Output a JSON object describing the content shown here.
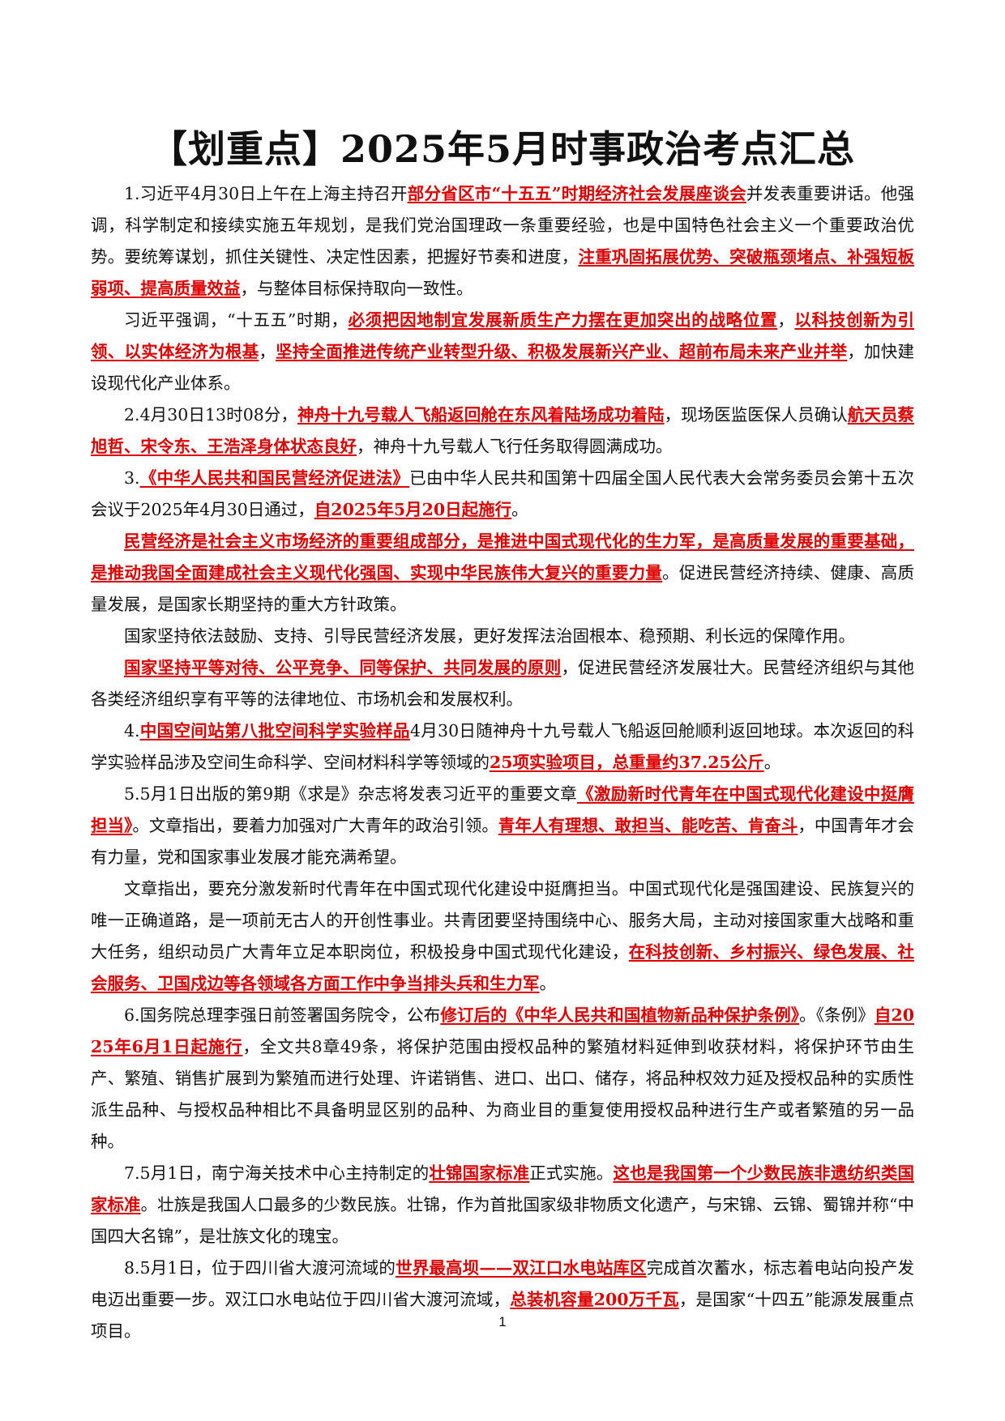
{
  "document": {
    "title": "【划重点】2025年5月时事政治考点汇总",
    "page_number": "1",
    "paragraphs": [
      [
        {
          "t": "1.习近平4月30日上午在上海主持召开"
        },
        {
          "t": "部分省区市“十五五”时期经济社会发展座谈会",
          "hl": true
        },
        {
          "t": "并发表重要讲话。他强调，科学制定和接续实施五年规划，是我们党治国理政一条重要经验，也是中国特色社会主义一个重要政治优势。要统筹谋划，抓住关键性、决定性因素，把握好节奏和进度，"
        },
        {
          "t": "注重巩固拓展优势、突破瓶颈堵点、补强短板弱项、提高质量效益",
          "hl": true
        },
        {
          "t": "，与整体目标保持取向一致性。"
        }
      ],
      [
        {
          "t": "习近平强调，“十五五”时期，"
        },
        {
          "t": "必须把因地制宜发展新质生产力摆在更加突出的战略位置",
          "hl": true
        },
        {
          "t": "，"
        },
        {
          "t": "以科技创新为引领、以实体经济为根基",
          "hl": true
        },
        {
          "t": "，"
        },
        {
          "t": "坚持全面推进传统产业转型升级、积极发展新兴产业、超前布局未来产业并举",
          "hl": true
        },
        {
          "t": "，加快建设现代化产业体系。"
        }
      ],
      [
        {
          "t": "2.4月30日13时08分，"
        },
        {
          "t": "神舟十九号载人飞船返回舱在东风着陆场成功着陆",
          "hl": true
        },
        {
          "t": "，现场医监医保人员确认"
        },
        {
          "t": "航天员蔡旭哲、宋令东、王浩泽身体状态良好",
          "hl": true
        },
        {
          "t": "，神舟十九号载人飞行任务取得圆满成功。"
        }
      ],
      [
        {
          "t": "3."
        },
        {
          "t": "《中华人民共和国民营经济促进法》",
          "hl": true
        },
        {
          "t": "已由中华人民共和国第十四届全国人民代表大会常务委员会第十五次会议于2025年4月30日通过，"
        },
        {
          "t": "自2025年5月20日起施行",
          "hl": true
        },
        {
          "t": "。"
        }
      ],
      [
        {
          "t": "民营经济是社会主义市场经济的重要组成部分，是推进中国式现代化的生力军，是高质量发展的重要基础，是推动我国全面建成社会主义现代化强国、实现中华民族伟大复兴的重要力量",
          "hl": true
        },
        {
          "t": "。促进民营经济持续、健康、高质量发展，是国家长期坚持的重大方针政策。"
        }
      ],
      [
        {
          "t": "国家坚持依法鼓励、支持、引导民营经济发展，更好发挥法治固根本、稳预期、利长远的保障作用。"
        }
      ],
      [
        {
          "t": "国家坚持平等对待、公平竞争、同等保护、共同发展的原则",
          "hl": true
        },
        {
          "t": "，促进民营经济发展壮大。民营经济组织与其他各类经济组织享有平等的法律地位、市场机会和发展权利。"
        }
      ],
      [
        {
          "t": "4."
        },
        {
          "t": "中国空间站第八批空间科学实验样品",
          "hl": true
        },
        {
          "t": "4月30日随神舟十九号载人飞船返回舱顺利返回地球。本次返回的科学实验样品涉及空间生命科学、空间材料科学等领域的"
        },
        {
          "t": "25项实验项目，总重量约37.25公斤",
          "hl": true
        },
        {
          "t": "。"
        }
      ],
      [
        {
          "t": "5.5月1日出版的第9期《求是》杂志将发表习近平的重要文章"
        },
        {
          "t": "《激励新时代青年在中国式现代化建设中挺膺担当》",
          "hl": true
        },
        {
          "t": "。文章指出，要着力加强对广大青年的政治引领。"
        },
        {
          "t": "青年人有理想、敢担当、能吃苦、肯奋斗",
          "hl": true
        },
        {
          "t": "，中国青年才会有力量，党和国家事业发展才能充满希望。"
        }
      ],
      [
        {
          "t": "文章指出，要充分激发新时代青年在中国式现代化建设中挺膺担当。中国式现代化是强国建设、民族复兴的唯一正确道路，是一项前无古人的开创性事业。共青团要坚持围绕中心、服务大局，主动对接国家重大战略和重大任务，组织动员广大青年立足本职岗位，积极投身中国式现代化建设，"
        },
        {
          "t": "在科技创新、乡村振兴、绿色发展、社会服务、卫国戍边等各领域各方面工作中争当排头兵和生力军",
          "hl": true
        },
        {
          "t": "。"
        }
      ],
      [
        {
          "t": "6.国务院总理李强日前签署国务院令，公布"
        },
        {
          "t": "修订后的《中华人民共和国植物新品种保护条例》",
          "hl": true
        },
        {
          "t": "。《条例》"
        },
        {
          "t": "自2025年6月1日起施行",
          "hl": true
        },
        {
          "t": "，全文共8章49条，将保护范围由授权品种的繁殖材料延伸到收获材料，将保护环节由生产、繁殖、销售扩展到为繁殖而进行处理、许诺销售、进口、出口、储存，将品种权效力延及授权品种的实质性派生品种、与授权品种相比不具备明显区别的品种、为商业目的重复使用授权品种进行生产或者繁殖的另一品种。"
        }
      ],
      [
        {
          "t": "7.5月1日，南宁海关技术中心主持制定的"
        },
        {
          "t": "壮锦国家标准",
          "hl": true
        },
        {
          "t": "正式实施。"
        },
        {
          "t": "这也是我国第一个少数民族非遗纺织类国家标准",
          "hl": true
        },
        {
          "t": "。壮族是我国人口最多的少数民族。壮锦，作为首批国家级非物质文化遗产，与宋锦、云锦、蜀锦并称“中国四大名锦”，是壮族文化的瑰宝。"
        }
      ],
      [
        {
          "t": "8.5月1日，位于四川省大渡河流域的"
        },
        {
          "t": "世界最高坝——双江口水电站库区",
          "hl": true
        },
        {
          "t": "完成首次蓄水，标志着电站向投产发电迈出重要一步。双江口水电站位于四川省大渡河流域，"
        },
        {
          "t": "总装机容量200万千瓦",
          "hl": true
        },
        {
          "t": "，是国家“十四五”能源发展重点项目。"
        }
      ]
    ]
  }
}
